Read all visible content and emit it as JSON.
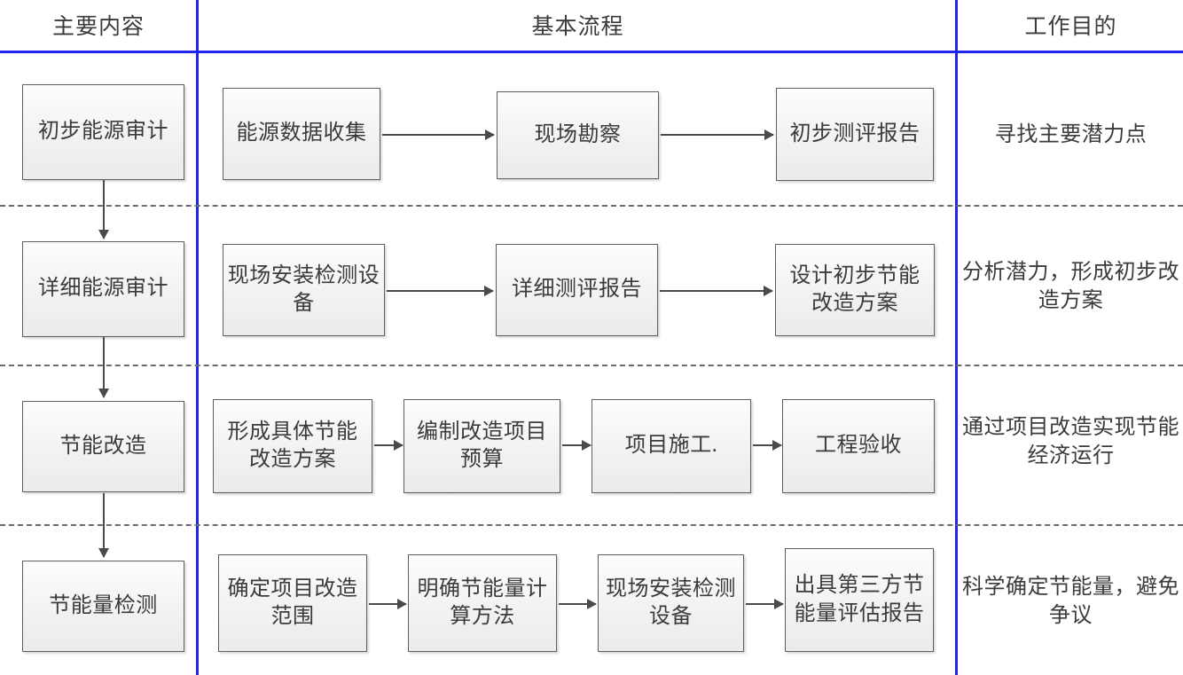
{
  "diagram": {
    "title_row": {
      "columns": [
        {
          "id": "main-content",
          "label": "主要内容"
        },
        {
          "id": "basic-process",
          "label": "基本流程"
        },
        {
          "id": "work-purpose",
          "label": "工作目的"
        }
      ]
    },
    "colors": {
      "divider": "#2222ee",
      "box_border": "#5f5f5f",
      "box_fill": "#f2f2f2",
      "text": "#3b3b3b",
      "connector": "#4a4a4a",
      "row_separator": "#6b6b6b"
    },
    "rows": [
      {
        "stage": "初步能源审计",
        "steps": [
          "能源数据收集",
          "现场勘察",
          "初步测评报告"
        ],
        "purpose": "寻找主要潜力点"
      },
      {
        "stage": "详细能源审计",
        "steps": [
          "现场安装检测设备",
          "详细测评报告",
          "设计初步节能改造方案"
        ],
        "purpose": "分析潜力，形成初步改造方案"
      },
      {
        "stage": "节能改造",
        "steps": [
          "形成具体节能改造方案",
          "编制改造项目预算",
          "项目施工.",
          "工程验收"
        ],
        "purpose": "通过项目改造实现节能经济运行"
      },
      {
        "stage": "节能量检测",
        "steps": [
          "确定项目改造范围",
          "明确节能量计算方法",
          "现场安装检测设备",
          "出具第三方节能量评估报告"
        ],
        "purpose": "科学确定节能量，避免争议"
      }
    ]
  }
}
